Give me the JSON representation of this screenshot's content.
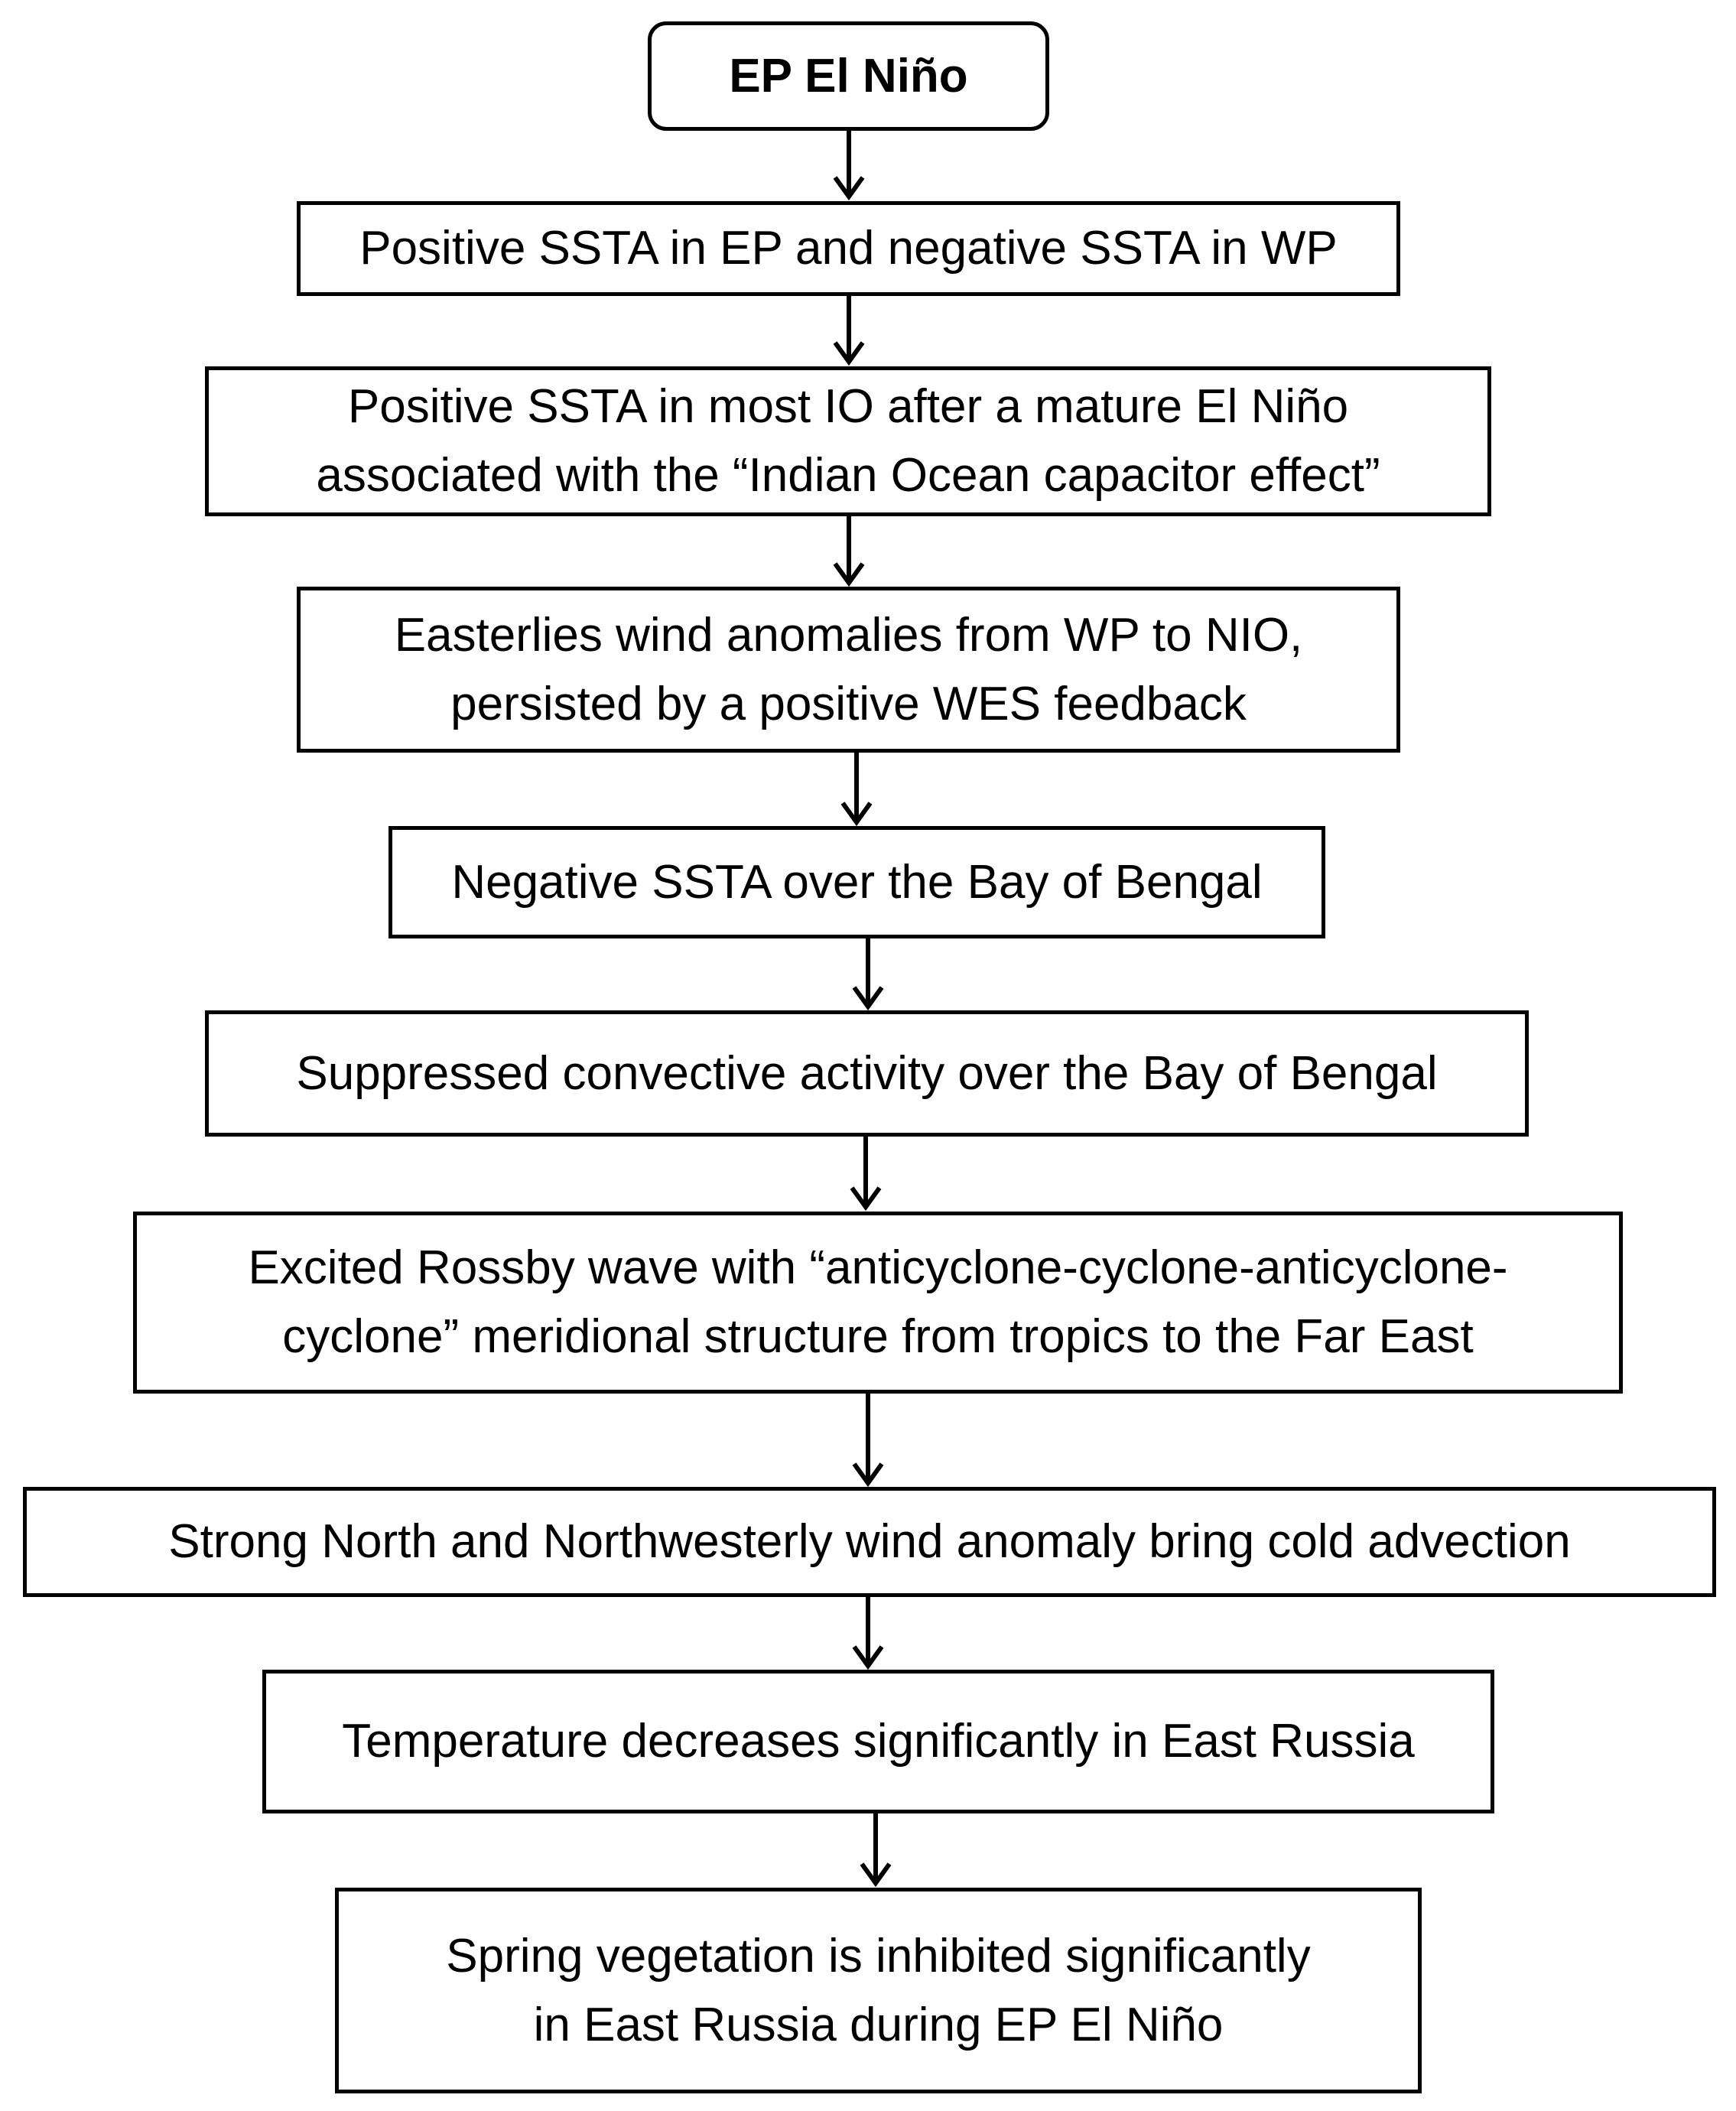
{
  "flowchart": {
    "start": "EP El Niño",
    "steps": [
      {
        "lines": [
          "Positive SSTA in EP and negative SSTA in WP"
        ]
      },
      {
        "lines": [
          "Positive SSTA in most IO after a mature El Niño",
          "associated with the “Indian Ocean capacitor effect”"
        ]
      },
      {
        "lines": [
          "Easterlies wind anomalies from WP to NIO,",
          "persisted by a positive WES feedback"
        ]
      },
      {
        "lines": [
          "Negative SSTA over the Bay of Bengal"
        ]
      },
      {
        "lines": [
          "Suppressed convective activity over the Bay of Bengal"
        ]
      },
      {
        "lines": [
          "Excited Rossby wave with “anticyclone-cyclone-anticyclone-",
          "cyclone” meridional structure from tropics to the Far East"
        ]
      },
      {
        "lines": [
          "Strong North and Northwesterly wind anomaly bring cold advection"
        ]
      },
      {
        "lines": [
          "Temperature decreases significantly in East Russia"
        ]
      },
      {
        "lines": [
          "Spring vegetation is inhibited significantly",
          "in East Russia during EP El Niño"
        ]
      }
    ]
  }
}
